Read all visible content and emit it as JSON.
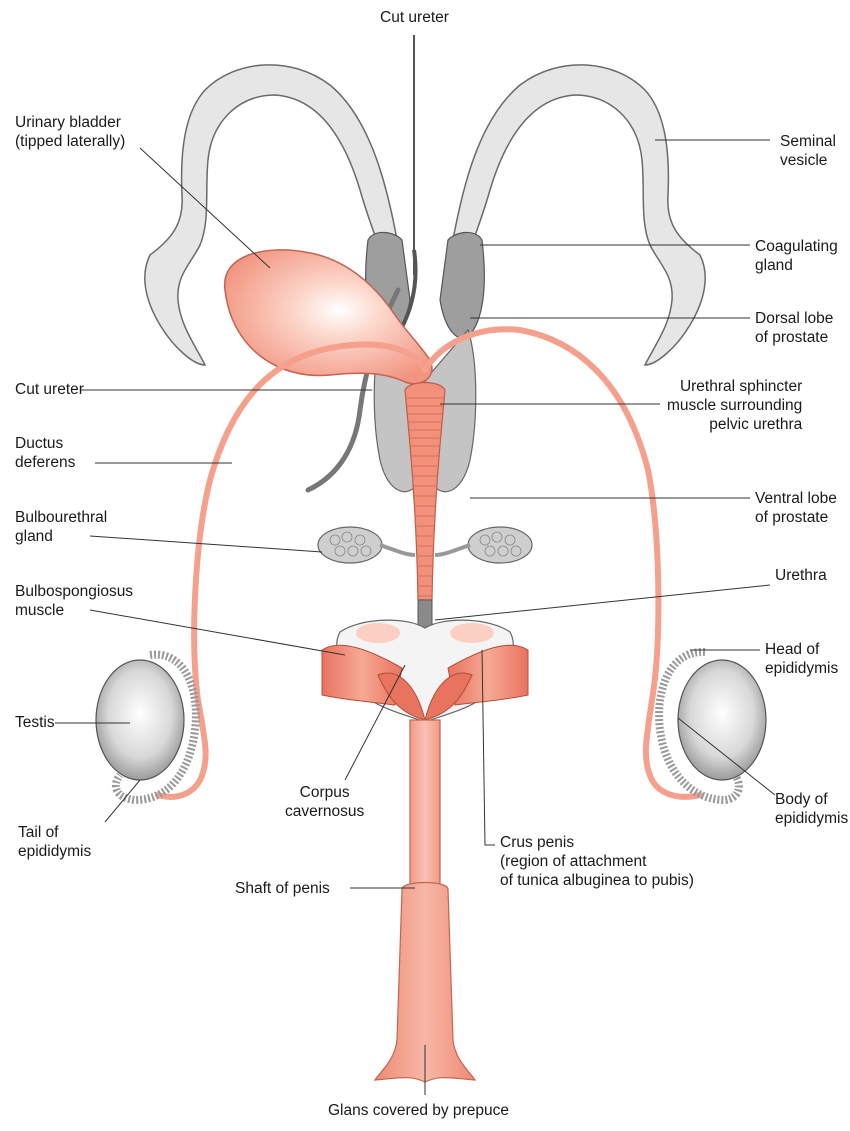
{
  "labels": {
    "cut_ureter_top": "Cut ureter",
    "urinary_bladder": [
      "Urinary bladder",
      "(tipped laterally)"
    ],
    "seminal_vesicle": [
      "Seminal",
      "vesicle"
    ],
    "coagulating_gland": [
      "Coagulating",
      "gland"
    ],
    "dorsal_lobe": [
      "Dorsal lobe",
      "of prostate"
    ],
    "cut_ureter_left": "Cut ureter",
    "urethral_sphincter": [
      "Urethral sphincter",
      "muscle surrounding",
      "pelvic urethra"
    ],
    "ductus_deferens": [
      "Ductus",
      "deferens"
    ],
    "ventral_lobe": [
      "Ventral lobe",
      "of prostate"
    ],
    "bulbourethral_gland": [
      "Bulbourethral",
      "gland"
    ],
    "urethra": "Urethra",
    "bulbospongiosus": [
      "Bulbospongiosus",
      "muscle"
    ],
    "head_epididymis": [
      "Head of",
      "epididymis"
    ],
    "testis": "Testis",
    "corpus_cavernosus": [
      "Corpus",
      "cavernosus"
    ],
    "body_epididymis": [
      "Body of",
      "epididymis"
    ],
    "tail_epididymis": [
      "Tail of",
      "epididymis"
    ],
    "crus_penis": [
      "Crus penis",
      "(region of attachment",
      "of tunica albuginea to pubis)"
    ],
    "shaft_penis": "Shaft of penis",
    "glans": "Glans covered by prepuce"
  },
  "colors": {
    "organ_pink": "#f4a08c",
    "organ_pink_light": "#fbd0c2",
    "muscle_red": "#e8735f",
    "gland_gray": "#a9a9a9",
    "vesicle_gray": "#e2e2e2",
    "outline": "#555555",
    "leader": "#333333"
  }
}
